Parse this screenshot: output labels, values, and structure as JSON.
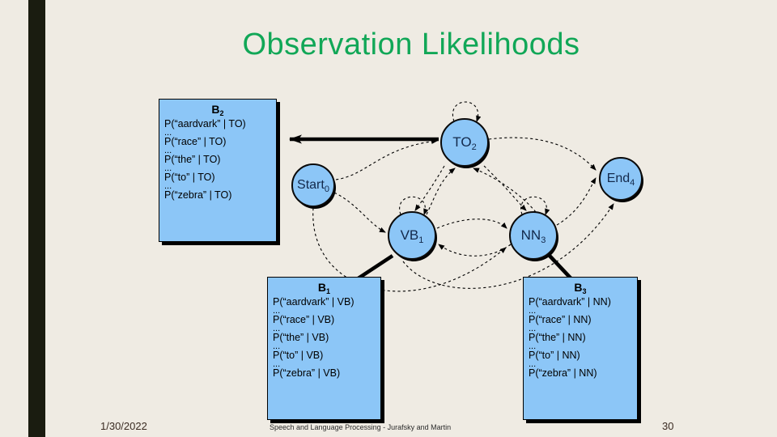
{
  "slide": {
    "title": "Observation Likelihoods",
    "title_color": "#11A757",
    "background_color": "#EFEBE3",
    "stripe_color": "#1A1C10"
  },
  "diagram": {
    "node_fill": "#8CC6F7",
    "node_stroke": "#000000",
    "states": [
      {
        "id": "start",
        "label": "Start",
        "subscript": "0"
      },
      {
        "id": "vb",
        "label": "VB",
        "subscript": "1"
      },
      {
        "id": "to",
        "label": "TO",
        "subscript": "2"
      },
      {
        "id": "nn",
        "label": "NN",
        "subscript": "3"
      },
      {
        "id": "end",
        "label": "End",
        "subscript": "4"
      }
    ],
    "boxes": [
      {
        "id": "b2",
        "title": "B",
        "subscript": "2",
        "ellipsis": "...",
        "lines": [
          "P(“aardvark” | TO)",
          "P(“race” | TO)",
          "P(“the” | TO)",
          "P(“to” | TO)",
          "P(“zebra” | TO)"
        ]
      },
      {
        "id": "b1",
        "title": "B",
        "subscript": "1",
        "ellipsis": "...",
        "lines": [
          "P(“aardvark” | VB)",
          "P(“race” | VB)",
          "P(“the” | VB)",
          "P(“to” | VB)",
          "P(“zebra” | VB)"
        ]
      },
      {
        "id": "b3",
        "title": "B",
        "subscript": "3",
        "ellipsis": "...",
        "lines": [
          "P(“aardvark” | NN)",
          "P(“race” | NN)",
          "P(“the” | NN)",
          "P(“to” | NN)",
          "P(“zebra” | NN)"
        ]
      }
    ],
    "emission_arrows": [
      {
        "from": "to",
        "to": "b2"
      },
      {
        "from": "vb",
        "to": "b1"
      },
      {
        "from": "nn",
        "to": "b3"
      }
    ],
    "transitions": [
      {
        "from": "start",
        "to": "to"
      },
      {
        "from": "start",
        "to": "vb"
      },
      {
        "from": "start",
        "to": "nn"
      },
      {
        "from": "to",
        "to": "to"
      },
      {
        "from": "vb",
        "to": "vb"
      },
      {
        "from": "nn",
        "to": "nn"
      },
      {
        "from": "to",
        "to": "vb"
      },
      {
        "from": "vb",
        "to": "to"
      },
      {
        "from": "to",
        "to": "nn"
      },
      {
        "from": "nn",
        "to": "to"
      },
      {
        "from": "vb",
        "to": "nn"
      },
      {
        "from": "nn",
        "to": "vb"
      },
      {
        "from": "to",
        "to": "end"
      },
      {
        "from": "nn",
        "to": "end"
      },
      {
        "from": "vb",
        "to": "end"
      }
    ]
  },
  "footer": {
    "date": "1/30/2022",
    "center": "Speech and Language Processing - Jurafsky and Martin",
    "page": "30"
  }
}
